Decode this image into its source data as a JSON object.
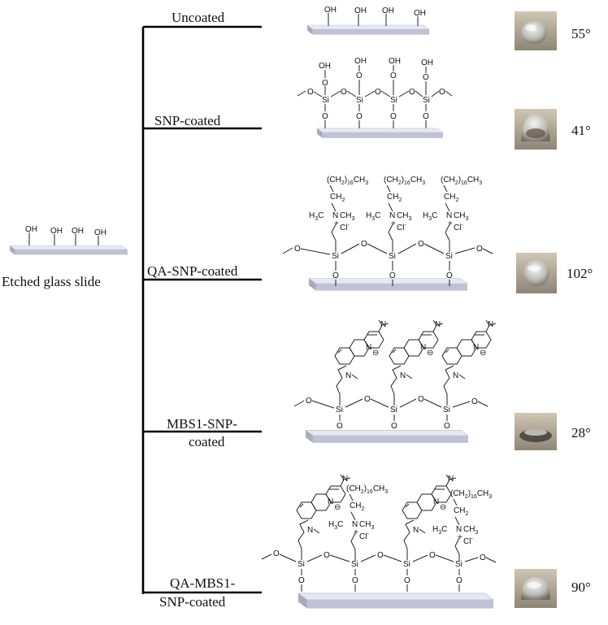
{
  "start": {
    "label": "Etched glass slide"
  },
  "branches": [
    {
      "label_lines": [
        "Uncoated"
      ],
      "angle": "55°",
      "chemistry": "hydroxyl"
    },
    {
      "label_lines": [
        "SNP-coated"
      ],
      "angle": "41°",
      "chemistry": "silica"
    },
    {
      "label_lines": [
        "QA-SNP-coated"
      ],
      "angle": "102°",
      "chemistry": "qa"
    },
    {
      "label_lines": [
        "MBS1-SNP-",
        "coated"
      ],
      "angle": "28°",
      "chemistry": "mbs1"
    },
    {
      "label_lines": [
        "QA-MBS1-",
        "SNP-coated"
      ],
      "angle": "90°",
      "chemistry": "qa-mbs1"
    }
  ],
  "chem_text": {
    "oh": "OH",
    "o": "O",
    "si": "Si",
    "n": "N",
    "plus": "+",
    "cl": "Cl",
    "cl_charge": "-",
    "ch2": "CH",
    "ch3": "CH",
    "sub2": "2",
    "sub3": "3",
    "sub16": "16",
    "chain_open": "(CH",
    "chain_mid": ")",
    "h3c": "H",
    "h3c_c": "C",
    "minus_circle": "⊖"
  },
  "colors": {
    "slide_top": "#e4e6f0",
    "slide_side": "#9fa3b8",
    "slide_front": "#c8cbdb",
    "tree_line": "#000000",
    "droplet_bg": "#b9b09d"
  }
}
